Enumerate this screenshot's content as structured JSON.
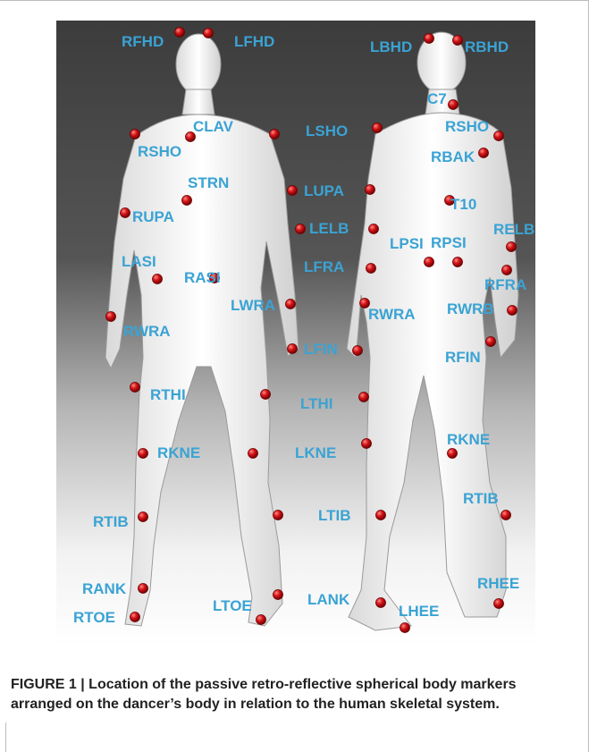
{
  "caption": {
    "label": "FIGURE 1 |",
    "text": "Location of the passive retro-reflective spherical body markers arranged on the dancer’s body in relation to the human skeletal system."
  },
  "colors": {
    "label": "#3aa3d4",
    "marker": "#d4141a",
    "background_top": "#3c3c3c",
    "background_bottom": "#ffffff"
  },
  "front_labels": [
    "RFHD",
    "LFHD",
    "CLAV",
    "RSHO",
    "STRN",
    "RUPA",
    "LASI",
    "RASI",
    "RWRA",
    "RTHI",
    "RKNE",
    "RTIB",
    "RANK",
    "RTOE",
    "LTOE"
  ],
  "middle_labels": [
    "LSHO",
    "LUPA",
    "LELB",
    "LFRA",
    "LWRA",
    "LFIN",
    "LTHI",
    "LKNE",
    "LTIB",
    "LANK"
  ],
  "back_labels": [
    "LBHD",
    "RBHD",
    "C7",
    "RSHO",
    "RBAK",
    "T10",
    "RELB",
    "LPSI",
    "RPSI",
    "RFRA",
    "RWRA",
    "RWRB",
    "RFIN",
    "RKNE",
    "RTIB",
    "RHEE",
    "LHEE"
  ]
}
